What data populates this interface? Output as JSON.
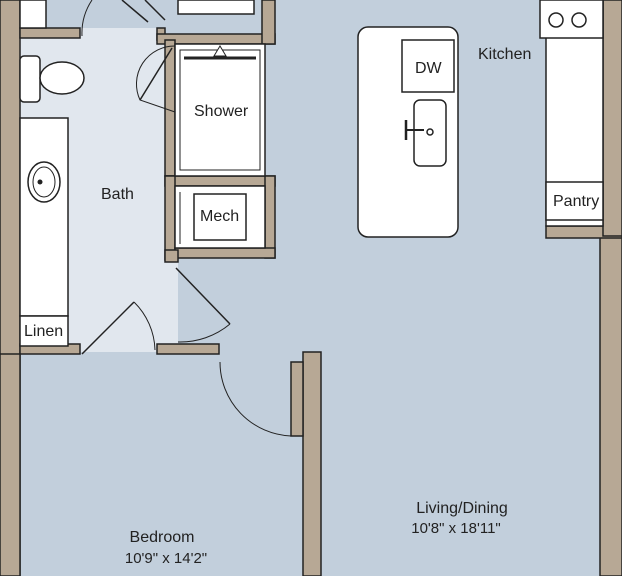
{
  "plan": {
    "colors": {
      "living_floor": "#c2cfdc",
      "bath_floor": "#e1e7ee",
      "wall": "#b7a895",
      "fixture": "#ffffff",
      "line": "#222222"
    },
    "rooms": {
      "kitchen": {
        "name": "Kitchen"
      },
      "bath": {
        "name": "Bath"
      },
      "living": {
        "name": "Living/Dining",
        "dimensions": "10'8\" x 18'11\""
      },
      "bedroom": {
        "name": "Bedroom",
        "dimensions": "10'9\" x 14'2\""
      }
    },
    "fixtures": {
      "dishwasher": "DW",
      "shower": "Shower",
      "mechanical": "Mech",
      "pantry": "Pantry",
      "linen": "Linen"
    }
  }
}
